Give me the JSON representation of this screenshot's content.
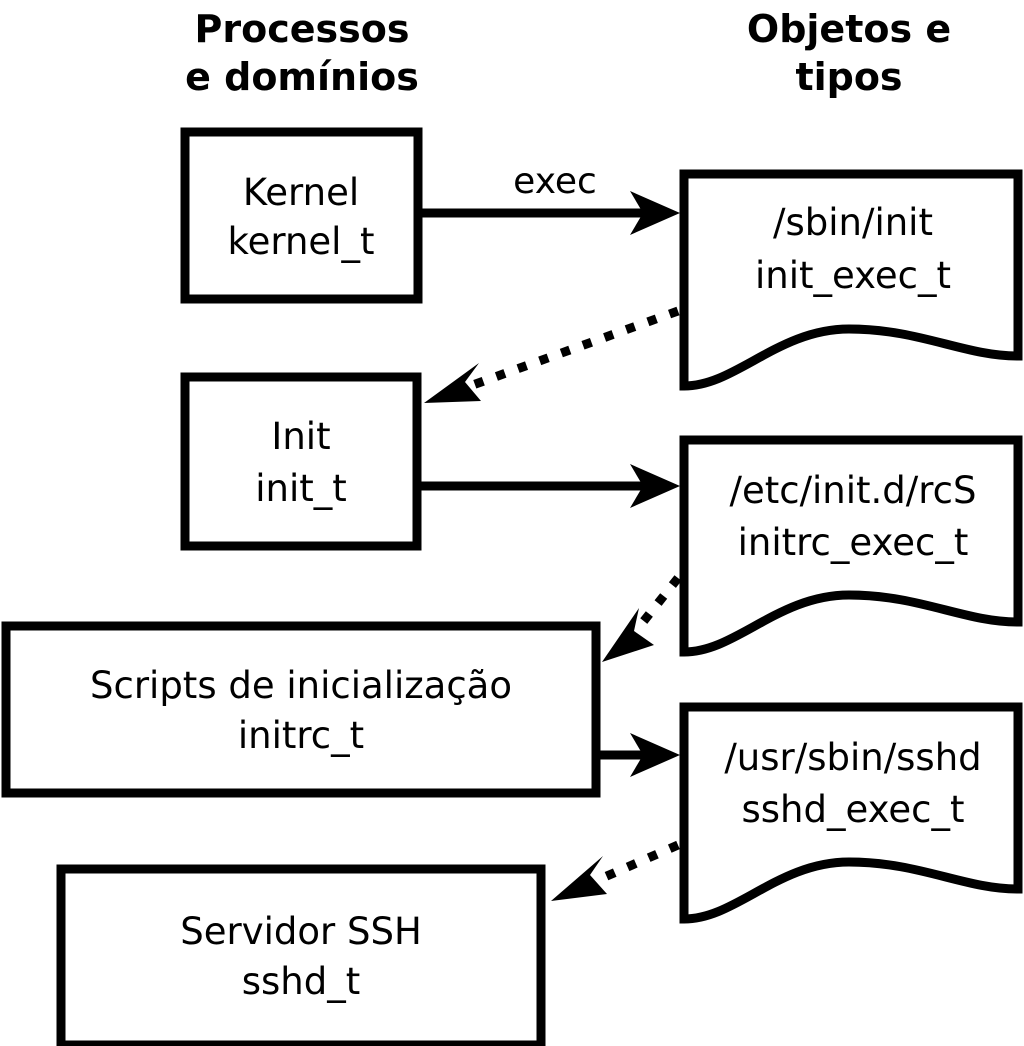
{
  "diagram": {
    "title_hidden": "",
    "columns": [
      {
        "id": "processes",
        "line1": "Processos",
        "line2": "e domínios"
      },
      {
        "id": "objects",
        "line1": "Objetos e",
        "line2": "tipos"
      }
    ],
    "process_nodes": [
      {
        "id": "kernel",
        "name": "Kernel",
        "type": "kernel_t"
      },
      {
        "id": "init",
        "name": "Init",
        "type": "init_t"
      },
      {
        "id": "initrc",
        "name": "Scripts de inicialização",
        "type": "initrc_t"
      },
      {
        "id": "sshd",
        "name": "Servidor SSH",
        "type": "sshd_t"
      }
    ],
    "object_nodes": [
      {
        "id": "init_exec",
        "path": "/sbin/init",
        "type": "init_exec_t"
      },
      {
        "id": "initrc_exec",
        "path": "/etc/init.d/rcS",
        "type": "initrc_exec_t"
      },
      {
        "id": "sshd_exec",
        "path": "/usr/sbin/sshd",
        "type": "sshd_exec_t"
      }
    ],
    "edges": [
      {
        "id": "kernel-to-init_exec",
        "label": "exec",
        "style": "solid"
      },
      {
        "id": "init_exec-to-init",
        "label": "",
        "style": "dotted"
      },
      {
        "id": "init-to-initrc_exec",
        "label": "",
        "style": "solid"
      },
      {
        "id": "initrc_exec-to-initrc",
        "label": "",
        "style": "dotted"
      },
      {
        "id": "initrc-to-sshd_exec",
        "label": "",
        "style": "solid"
      },
      {
        "id": "sshd_exec-to-sshd",
        "label": "",
        "style": "dotted"
      }
    ],
    "colors": {
      "stroke": "#000000",
      "fill": "#ffffff",
      "text": "#000000"
    }
  }
}
